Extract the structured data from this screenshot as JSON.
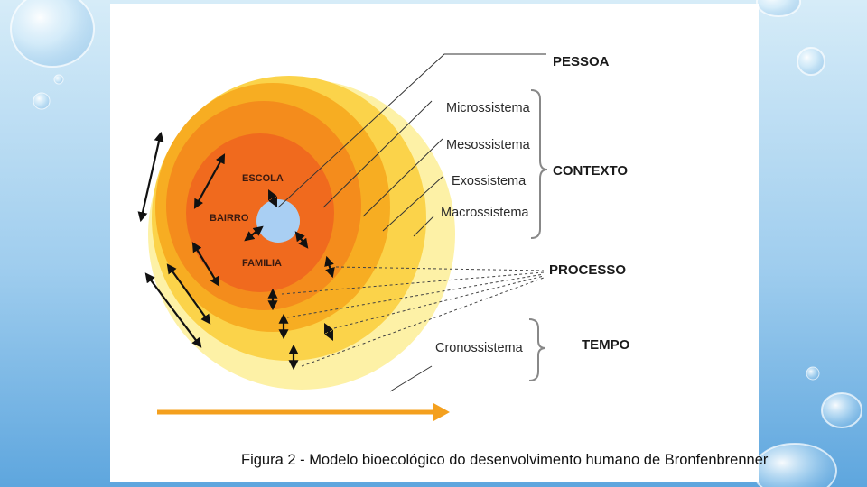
{
  "diagram": {
    "labels": {
      "person": "PESSOA",
      "context": "CONTEXTO",
      "process": "PROCESSO",
      "time": "TEMPO"
    },
    "systems": {
      "micro": "Microssistema",
      "meso": "Mesossistema",
      "exo": "Exossistema",
      "macro": "Macrossistema",
      "chrono": "Cronossistema"
    },
    "inner_labels": {
      "school": "ESCOLA",
      "neighborhood": "BAIRRO",
      "family": "FAMILIA"
    },
    "colors": {
      "center": "#a9cff3",
      "micro": "#f06a1e",
      "meso": "#f48c1c",
      "exo": "#f7ad22",
      "macro": "#fbd34a",
      "outer": "#fdf1a6",
      "time_arrow": "#f4a01e"
    }
  },
  "caption": "Figura 2 - Modelo bioecológico do desenvolvimento humano de Bronfenbrenner"
}
